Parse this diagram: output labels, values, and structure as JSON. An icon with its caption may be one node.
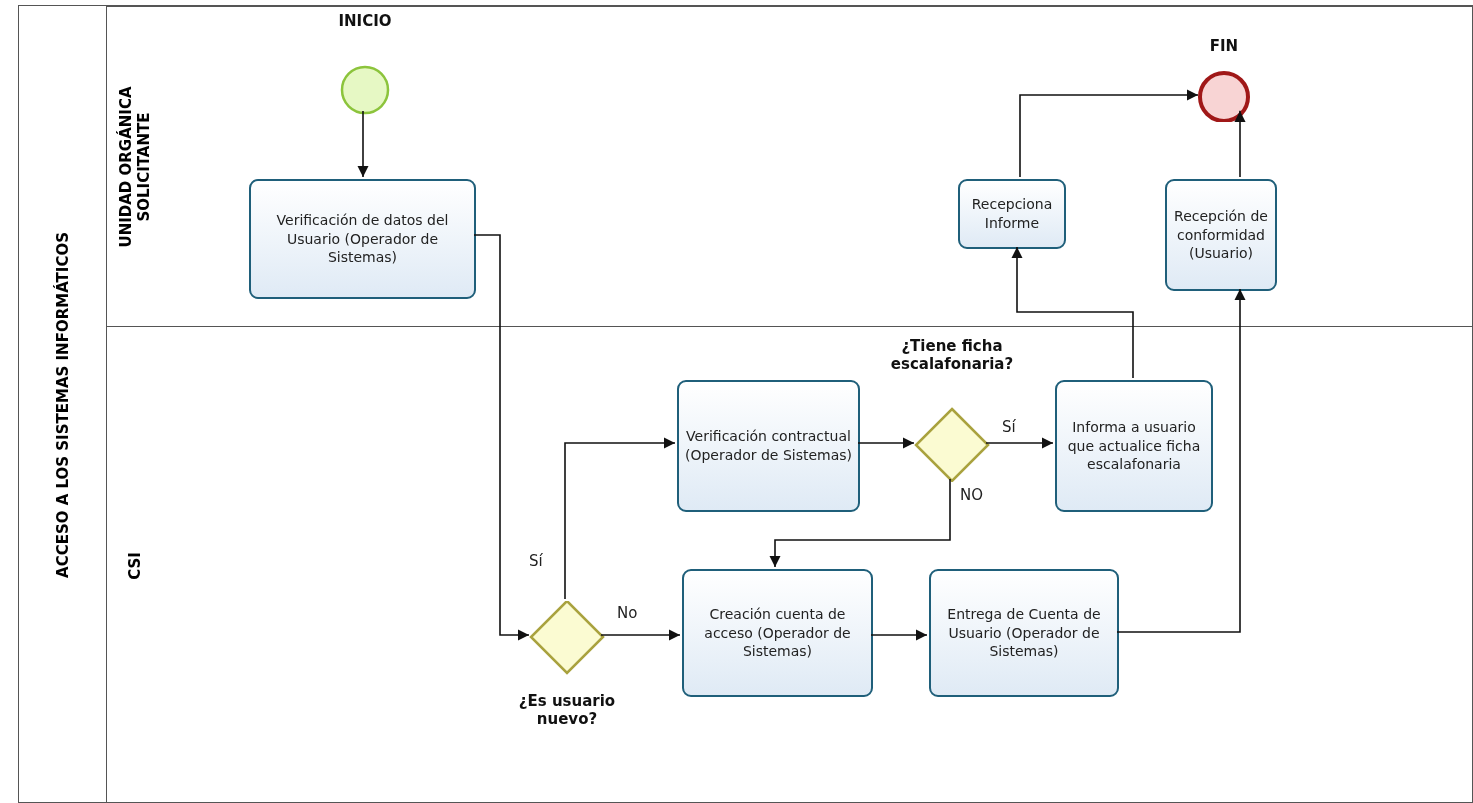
{
  "diagram": {
    "nodes": [
      {
        "text": [
          "ACCESO A LOS SISTEMAS INFORMÁTICOS"
        ]
      },
      {
        "text": [
          "UNIDAD ORGÁNICA SOLICITANTE"
        ],
        "in": 0
      },
      {
        "text": [
          "CSI"
        ],
        "in": 0
      },
      {
        "text": [
          "INICIO"
        ],
        "in": 1
      },
      {
        "text": [
          "Verificación de datos del Usuario (Operador de Sistemas)"
        ],
        "in": 1
      },
      {
        "text": [
          "Recepciona Informe"
        ],
        "in": 1
      },
      {
        "text": [
          "Recepción de conformidad (Usuario)"
        ],
        "in": 1
      },
      {
        "text": [
          "FIN"
        ],
        "in": 1
      },
      {
        "text": [
          "Verificación contractual (Operador de Sistemas)"
        ],
        "in": 2
      },
      {
        "text": [
          "¿Tiene ficha escalafonaria?"
        ],
        "in": 2
      },
      {
        "text": [
          "Informa a usuario que actualice ficha escalafonaria"
        ],
        "in": 2
      },
      {
        "text": [
          "¿Es usuario nuevo?"
        ],
        "in": 2
      },
      {
        "text": [
          "Creación cuenta de acceso (Operador de Sistemas)"
        ],
        "in": 2
      },
      {
        "text": [
          "Entrega de Cuenta de Usuario (Operador de Sistemas)"
        ],
        "in": 2
      }
    ],
    "edges": [
      {
        "from": 3,
        "to": 4,
        "arrow": "to"
      },
      {
        "from": 4,
        "to": 11,
        "arrow": "to"
      },
      {
        "from": 11,
        "to": 8,
        "arrow": "to",
        "label": "Sí"
      },
      {
        "from": 11,
        "to": 12,
        "arrow": "to",
        "label": "No"
      },
      {
        "from": 8,
        "to": 9,
        "arrow": "to"
      },
      {
        "from": 9,
        "to": 10,
        "arrow": "to",
        "label": "Sí"
      },
      {
        "from": 9,
        "to": 12,
        "arrow": "to",
        "label": "NO"
      },
      {
        "from": 12,
        "to": 13,
        "arrow": "to"
      },
      {
        "from": 13,
        "to": 6,
        "arrow": "to"
      },
      {
        "from": 10,
        "to": 5,
        "arrow": "to"
      },
      {
        "from": 5,
        "to": 7,
        "arrow": "to"
      },
      {
        "from": 6,
        "to": 7,
        "arrow": "to"
      }
    ]
  }
}
